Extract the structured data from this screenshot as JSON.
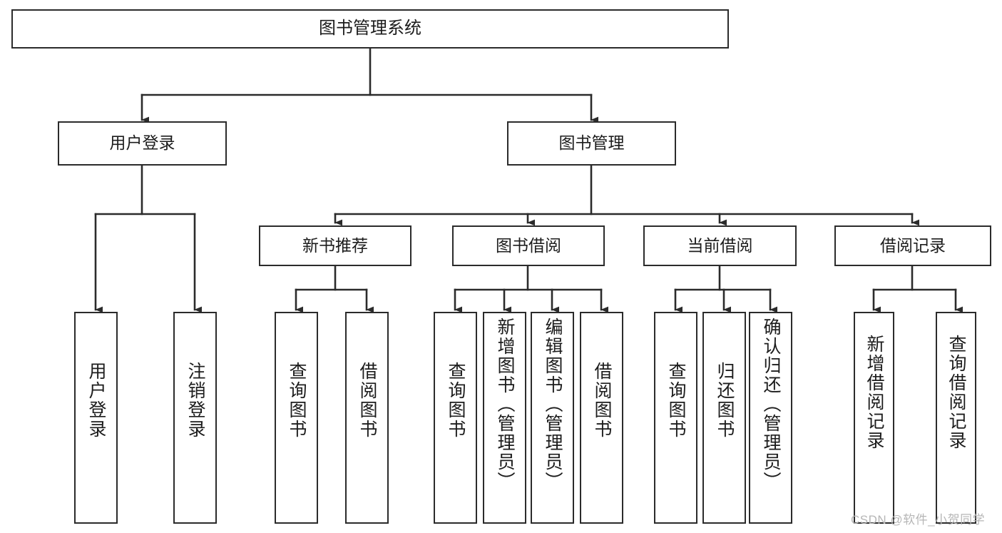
{
  "diagram": {
    "type": "tree-hierarchy",
    "title": "图书管理系统",
    "levels": 4,
    "root": {
      "id": "root",
      "label": "图书管理系统"
    },
    "level2": [
      {
        "id": "user-login",
        "label": "用户登录"
      },
      {
        "id": "book-manage",
        "label": "图书管理"
      }
    ],
    "level3": [
      {
        "id": "new-book-recommend",
        "label": "新书推荐",
        "parent": "book-manage"
      },
      {
        "id": "book-borrow",
        "label": "图书借阅",
        "parent": "book-manage"
      },
      {
        "id": "current-borrow",
        "label": "当前借阅",
        "parent": "book-manage"
      },
      {
        "id": "borrow-record",
        "label": "借阅记录",
        "parent": "book-manage"
      }
    ],
    "leaves": [
      {
        "id": "leaf-user-login",
        "label": "用户登录",
        "parent": "user-login"
      },
      {
        "id": "leaf-logout-login",
        "label": "注销登录",
        "parent": "user-login"
      },
      {
        "id": "leaf-query-book-1",
        "label": "查询图书",
        "parent": "new-book-recommend"
      },
      {
        "id": "leaf-borrow-book-1",
        "label": "借阅图书",
        "parent": "new-book-recommend"
      },
      {
        "id": "leaf-query-book-2",
        "label": "查询图书",
        "parent": "book-borrow"
      },
      {
        "id": "leaf-add-book",
        "label": "新增图书（管理员）",
        "parent": "book-borrow"
      },
      {
        "id": "leaf-edit-book",
        "label": "编辑图书（管理员）",
        "parent": "book-borrow"
      },
      {
        "id": "leaf-borrow-book-2",
        "label": "借阅图书",
        "parent": "book-borrow"
      },
      {
        "id": "leaf-query-book-3",
        "label": "查询图书",
        "parent": "current-borrow"
      },
      {
        "id": "leaf-return-book",
        "label": "归还图书",
        "parent": "current-borrow"
      },
      {
        "id": "leaf-confirm-return",
        "label": "确认归还（管理员）",
        "parent": "current-borrow"
      },
      {
        "id": "leaf-add-record",
        "label": "新增借阅记录",
        "parent": "borrow-record"
      },
      {
        "id": "leaf-query-record",
        "label": "查询借阅记录",
        "parent": "borrow-record"
      }
    ],
    "colors": {
      "stroke": "#2b2b2b",
      "fill": "#ffffff",
      "text": "#1c1c1c",
      "watermark": "#b6b6b6"
    }
  },
  "watermark": {
    "text": "CSDN @软件_小贺同学"
  }
}
